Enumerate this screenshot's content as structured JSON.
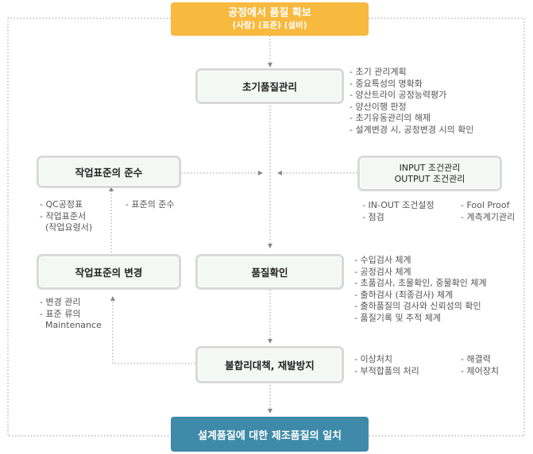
{
  "top": {
    "title": "공정에서 품질 확보",
    "subtitle": "(사람) (표준) (설비)"
  },
  "bottom": {
    "title": "설계품질에 대한 제조품질의 일치"
  },
  "boxes": {
    "initial": "초기품질관리",
    "std_comply": "작업표준의 준수",
    "io_line1": "INPUT 조건관리",
    "io_line2": "OUTPUT 조건관리",
    "std_change": "작업표준의 변경",
    "quality": "품질확인",
    "nonconform": "불합리대책, 재발방지"
  },
  "notes": {
    "initial": [
      "- 초기 관리계획",
      "- 중요특성의 명확화",
      "- 양산트라이 공정능력평가",
      "- 양산이행 판정",
      "- 초기유동관리의 해제",
      "- 설계변경 시, 공정변경 시의 확인"
    ],
    "std_comply_a": [
      "- QC공정표",
      "- 작업표준서",
      "  (작업요령서)"
    ],
    "std_comply_b": [
      "- 표준의 준수"
    ],
    "io_a": [
      "- IN-OUT 조건설정",
      "- 점검"
    ],
    "io_b": [
      "- Fool Proof",
      "- 계측계기관리"
    ],
    "quality": [
      "- 수입검사 체계",
      "- 공정검사 체계",
      "- 초품검사, 초물확인, 중물확인 체계",
      "- 출하검사 (최종검사) 체계",
      "- 출하품질의 검사와 신뢰성의 확인",
      "- 품질기록 및 추적 체계"
    ],
    "std_change": [
      "- 변경 관리",
      "- 표준 류의",
      "  Maintenance"
    ],
    "nonconform_a": [
      "- 이상처치",
      "- 부적합품의 처리"
    ],
    "nonconform_b": [
      "- 해결력",
      "- 제어장치"
    ]
  },
  "colors": {
    "top_box": "#f7b93e",
    "bottom_box": "#3e8aa8",
    "box_border": "#d9d9d9",
    "box_fill": "#f3f8f5",
    "line": "#888888"
  }
}
